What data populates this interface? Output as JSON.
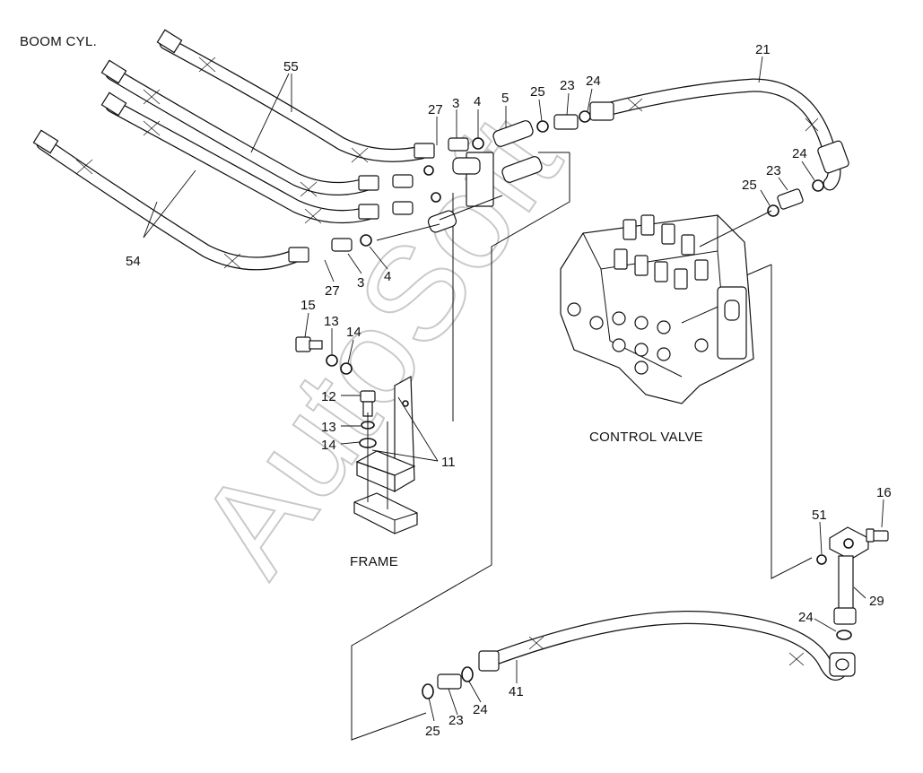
{
  "captions": {
    "boom": "BOOM CYL.",
    "control_valve": "CONTROL VALVE",
    "frame": "FRAME"
  },
  "watermark": "AutoSoft",
  "callouts": {
    "c55": "55",
    "c54": "54",
    "c27a": "27",
    "c3a": "3",
    "c4a": "4",
    "c5": "5",
    "c25a": "25",
    "c23a": "23",
    "c24a": "24",
    "c21": "21",
    "c24b": "24",
    "c23b": "23",
    "c25b": "25",
    "c27b": "27",
    "c3b": "3",
    "c4b": "4",
    "c15": "15",
    "c13a": "13",
    "c14a": "14",
    "c12": "12",
    "c13b": "13",
    "c14b": "14",
    "c11": "11",
    "c16": "16",
    "c51": "51",
    "c29": "29",
    "c24c": "24",
    "c41": "41",
    "c25c": "25",
    "c23c": "23",
    "c24d": "24"
  }
}
